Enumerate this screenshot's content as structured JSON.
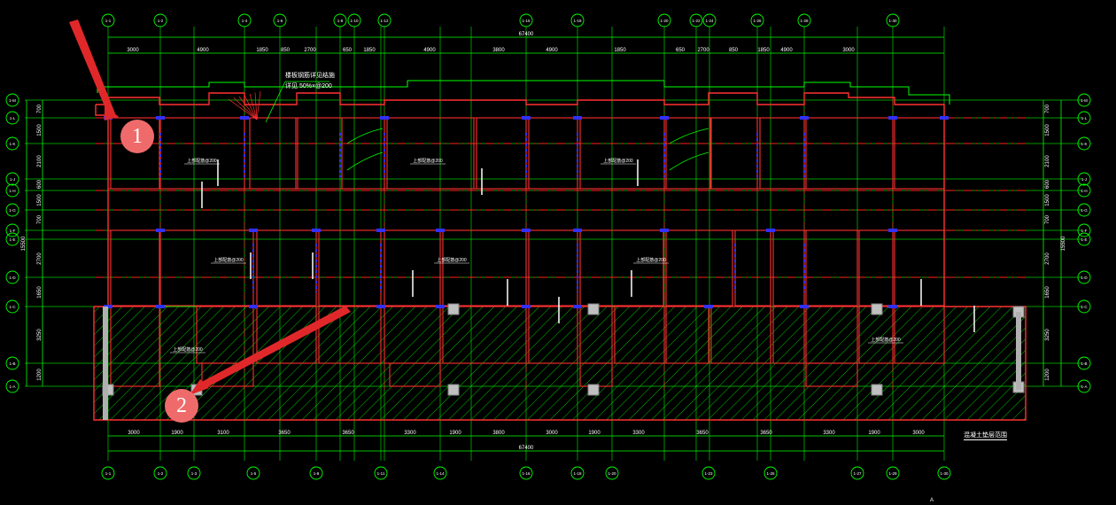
{
  "top_axes": [
    "1-1",
    "1-2",
    "1-4",
    "1-6",
    "1-8",
    "1-10",
    "1-12",
    "1-15",
    "1-18",
    "1-20",
    "1-22",
    "1-24",
    "1-26",
    "1-28",
    "1-30"
  ],
  "bottom_axes": [
    "1-1",
    "1-2",
    "1-3",
    "1-5",
    "1-8",
    "1-11",
    "1-14",
    "1-16",
    "1-18",
    "1-20",
    "1-23",
    "1-25",
    "1-27",
    "1-29",
    "1-30"
  ],
  "left_axes": [
    "1-M",
    "1-L",
    "1-K",
    "1-J",
    "1-H",
    "1-G",
    "1-F",
    "1-E",
    "1-D",
    "1-C",
    "1-B",
    "1-A"
  ],
  "right_axes": [
    "1-M",
    "1-L",
    "1-K",
    "1-J",
    "1-H",
    "1-G",
    "1-F",
    "1-E",
    "1-D",
    "1-C",
    "1-B",
    "1-A"
  ],
  "top_dims": [
    "3000",
    "4900",
    "1850",
    "850",
    "2700",
    "650",
    "1850",
    "4900",
    "3800",
    "4900",
    "1850",
    "650",
    "2700",
    "850",
    "1850",
    "4900",
    "3000"
  ],
  "top_total": "67400",
  "bottom_dims": [
    "3000",
    "1900",
    "3100",
    "3650",
    "3650",
    "3300",
    "1900",
    "3800",
    "3000",
    "1900",
    "3300",
    "3650",
    "3650",
    "3300",
    "1900",
    "3000"
  ],
  "bottom_total": "67400",
  "left_dims": [
    "700",
    "1500",
    "2100",
    "600",
    "1500",
    "700",
    "2700",
    "1650",
    "3250",
    "1200"
  ],
  "left_total": "15500",
  "right_dims": [
    "700",
    "1500",
    "2100",
    "600",
    "1500",
    "700",
    "2700",
    "1650",
    "3250",
    "1200"
  ],
  "right_total": "15500",
  "labels": {
    "annotation_top": "楼板钢筋详见结施",
    "annotation_top2": "详见 50%×@200",
    "legend_note": "混凝土垫层范围",
    "bottom_right_mark": "A"
  },
  "badges": [
    "1",
    "2"
  ],
  "slab_notes": [
    "上部配筋@200",
    "上部配筋@200",
    "上部配筋@200",
    "上部配筋@200",
    "上部配筋@200",
    "上部配筋@200",
    "上部配筋@200",
    "上部配筋@200"
  ],
  "colors": {
    "axis": "#00ff00",
    "wall": "#ff3030",
    "dash": "#ff2020",
    "rebar": "#3030ff",
    "hatch": "#00c000",
    "text": "#ffffff",
    "badge": "#ef6b6b",
    "arrow": "#e0282a"
  }
}
